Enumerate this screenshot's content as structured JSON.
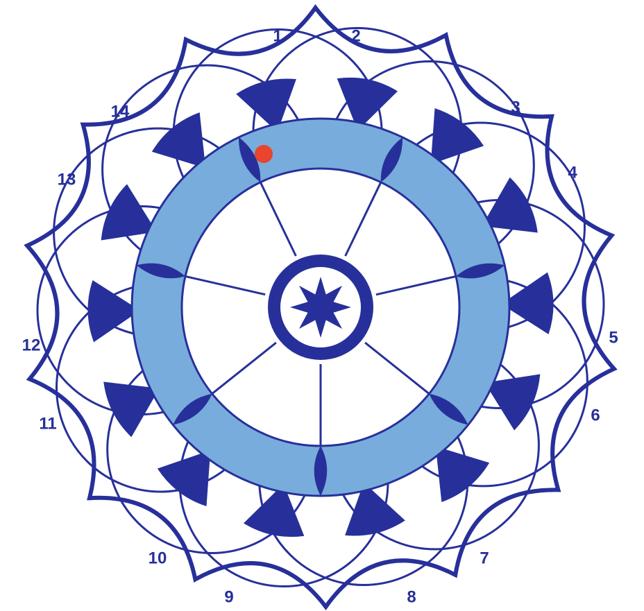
{
  "colors": {
    "dark_blue": "#27309A",
    "ring_fill": "#78ACDC",
    "marker": "#E8442E",
    "background": "#FFFFFF"
  },
  "petal_labels": [
    "1",
    "2",
    "3",
    "4",
    "5",
    "6",
    "7",
    "8",
    "9",
    "10",
    "11",
    "12",
    "13",
    "14"
  ],
  "marker": {
    "present": true,
    "color_name": "red"
  }
}
